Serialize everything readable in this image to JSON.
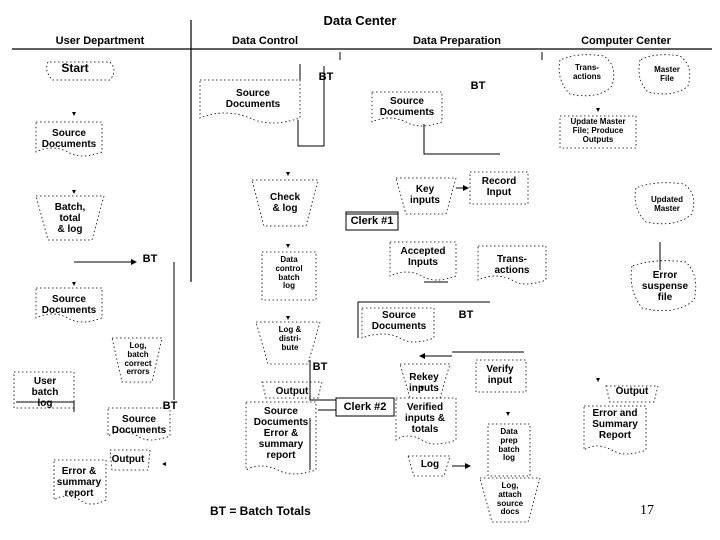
{
  "title": "Data Center",
  "columns": {
    "user_department": "User Department",
    "data_control": "Data Control",
    "data_preparation": "Data Preparation",
    "computer_center": "Computer Center"
  },
  "user_department": {
    "start": "Start",
    "source_documents_1": "Source\nDocuments",
    "batch_total_log": "Batch,\ntotal\n& log",
    "bt": "BT",
    "source_documents_2": "Source\nDocuments",
    "log_batch_correct": "Log,\nbatch\ncorrect\nerrors",
    "user_batch_log": "User\nbatch\nlog",
    "bt_2": "BT",
    "source_documents_3": "Source\nDocuments",
    "output": "Output",
    "error_summary_report": "Error &\nsummary\nreport"
  },
  "data_control": {
    "bt": "BT",
    "source_documents": "Source\nDocuments",
    "check_log": "Check\n& log",
    "clerk_1": "Clerk #1",
    "data_control_batch_log": "Data\ncontrol\nbatch\nlog",
    "log_distribute": "Log &\ndistri-\nbute",
    "bt_2": "BT",
    "output": "Output",
    "clerk_2": "Clerk #2",
    "source_docs_error": "Source\nDocuments\nError &\nsummary\nreport"
  },
  "data_preparation": {
    "bt": "BT",
    "source_documents_1": "Source\nDocuments",
    "key_inputs": "Key\ninputs",
    "record_input": "Record\nInput",
    "accepted_inputs": "Accepted\nInputs",
    "transactions": "Trans-\nactions",
    "source_documents_2": "Source\nDocuments",
    "bt_2": "BT",
    "rekey_inputs": "Rekey\ninputs",
    "verify_input": "Verify\ninput",
    "verified_inputs_totals": "Verified\ninputs &\ntotals",
    "log": "Log",
    "data_prep_batch_log": "Data\nprep\nbatch\nlog",
    "log_attach_source": "Log,\nattach\nsource\ndocs"
  },
  "computer_center": {
    "transactions": "Trans-\nactions",
    "master_file": "Master\nFile",
    "update_master": "Update Master\nFile; Produce\nOutputs",
    "updated_master": "Updated\nMaster",
    "error_suspense": "Error\nsuspense\nfile",
    "output": "Output",
    "error_summary_report": "Error and\nSummary\nReport"
  },
  "legend": "BT = Batch Totals",
  "page_number": "17"
}
